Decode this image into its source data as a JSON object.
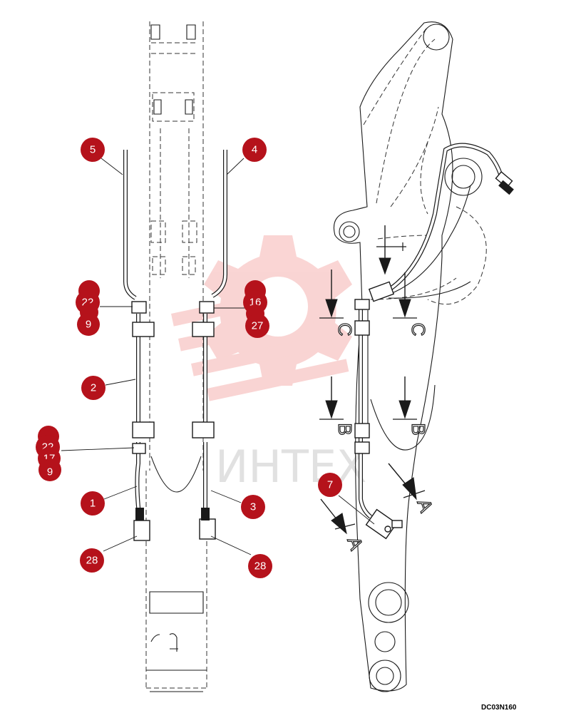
{
  "drawing_code": "DC03N160",
  "watermark": {
    "text": "ИНТЕХ",
    "color": "#e8403a"
  },
  "accent_color": "#b5121b",
  "callouts": [
    {
      "id": "c-5",
      "label": "5"
    },
    {
      "id": "c-4",
      "label": "4"
    },
    {
      "id": "c-22a",
      "label": "22"
    },
    {
      "id": "c-9a",
      "label": "9"
    },
    {
      "id": "c-16",
      "label": "16"
    },
    {
      "id": "c-27",
      "label": "27"
    },
    {
      "id": "c-2",
      "label": "2"
    },
    {
      "id": "c-22b",
      "label": "22"
    },
    {
      "id": "c-17",
      "label": "17"
    },
    {
      "id": "c-9b",
      "label": "9"
    },
    {
      "id": "c-1",
      "label": "1"
    },
    {
      "id": "c-3",
      "label": "3"
    },
    {
      "id": "c-28a",
      "label": "28"
    },
    {
      "id": "c-28b",
      "label": "28"
    },
    {
      "id": "c-7",
      "label": "7"
    }
  ],
  "view_markers": {
    "c1": "C",
    "c2": "C",
    "b1": "B",
    "b2": "B",
    "a1": "A",
    "a2": "A"
  }
}
